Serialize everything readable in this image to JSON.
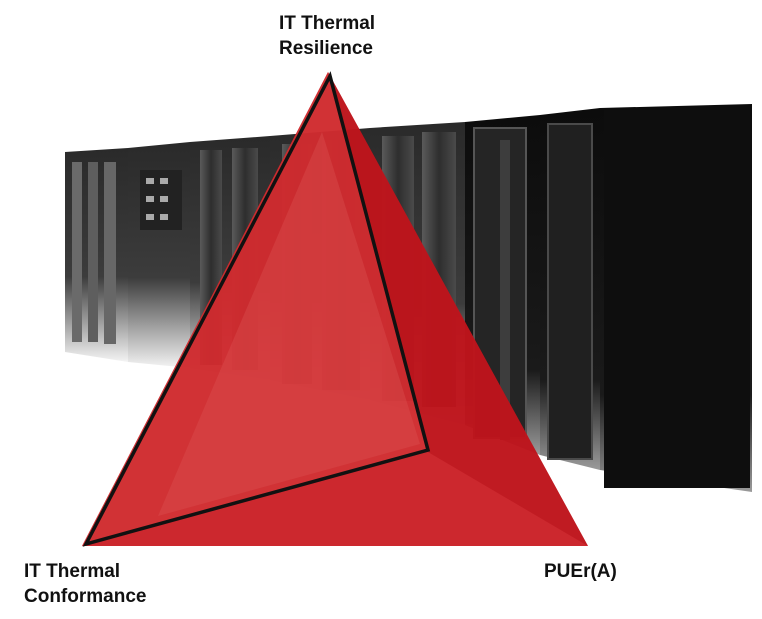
{
  "diagram": {
    "vertices": {
      "top": [
        "IT Thermal",
        "Resilience"
      ],
      "bottom_left": [
        "IT Thermal",
        "Conformance"
      ],
      "bottom_right": [
        "PUEr(A)"
      ]
    },
    "colors": {
      "triangle_fill": "#c8181e",
      "triangle_inner": "#d63a3c",
      "outline": "#111111",
      "rack_dark": "#1c1c1c",
      "rack_mid": "#3a3a3a",
      "label_bg": "#ffffff"
    },
    "background_image": "server-rack-row"
  }
}
